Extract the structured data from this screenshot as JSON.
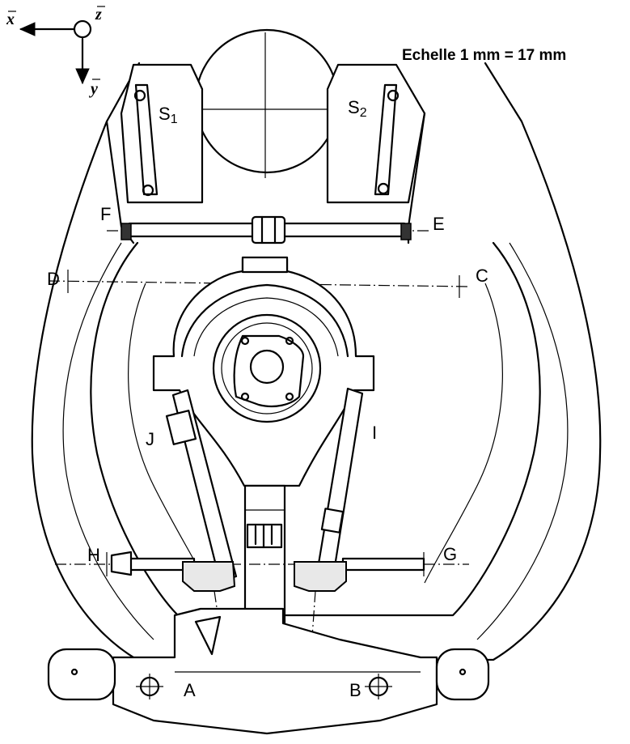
{
  "scale_text": "Echelle 1 mm = 17 mm",
  "axes": {
    "x": "x",
    "y": "y",
    "z": "z"
  },
  "labels": {
    "s1": "S",
    "s1_sub": "1",
    "s2": "S",
    "s2_sub": "2",
    "f": "F",
    "e": "E",
    "d": "D",
    "c": "C",
    "j": "J",
    "i": "I",
    "h": "H",
    "g": "G",
    "a": "A",
    "b": "B"
  }
}
